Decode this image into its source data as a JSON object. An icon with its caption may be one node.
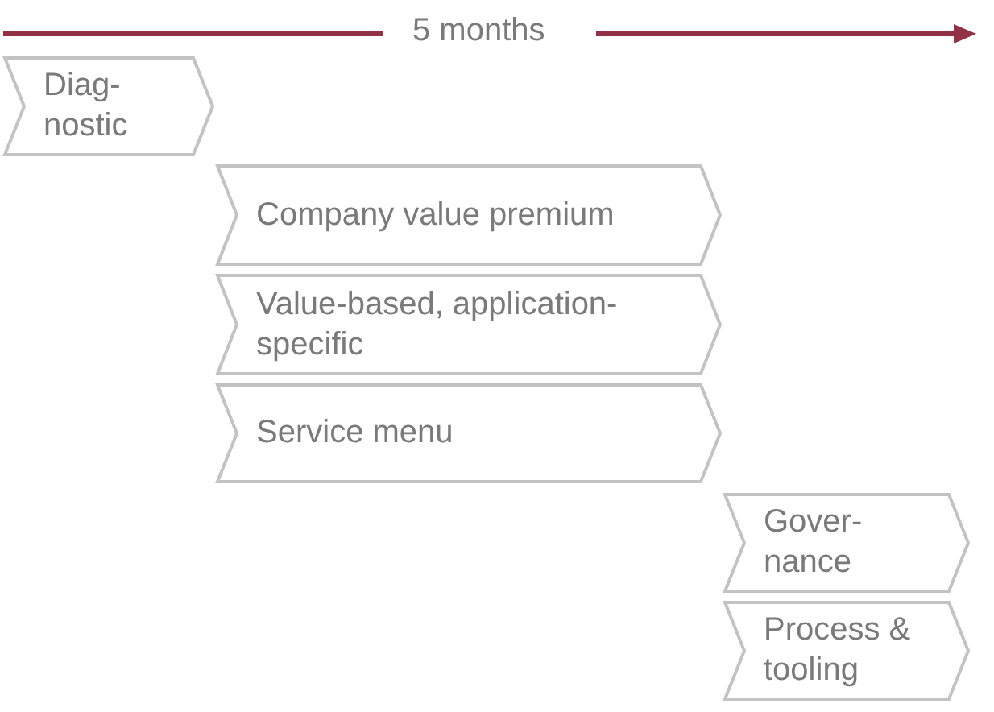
{
  "diagram": {
    "nodes": [
      {
        "text": [
          "Diag- nostic"
        ]
      },
      {
        "text": [
          "Company value premium"
        ]
      },
      {
        "text": [
          "Value-based, application-specific"
        ]
      },
      {
        "text": [
          "Service menu"
        ]
      },
      {
        "text": [
          "Gover- nance"
        ]
      },
      {
        "text": [
          "Process & tooling"
        ]
      }
    ],
    "edges": [],
    "labels": [
      "5 months"
    ]
  }
}
